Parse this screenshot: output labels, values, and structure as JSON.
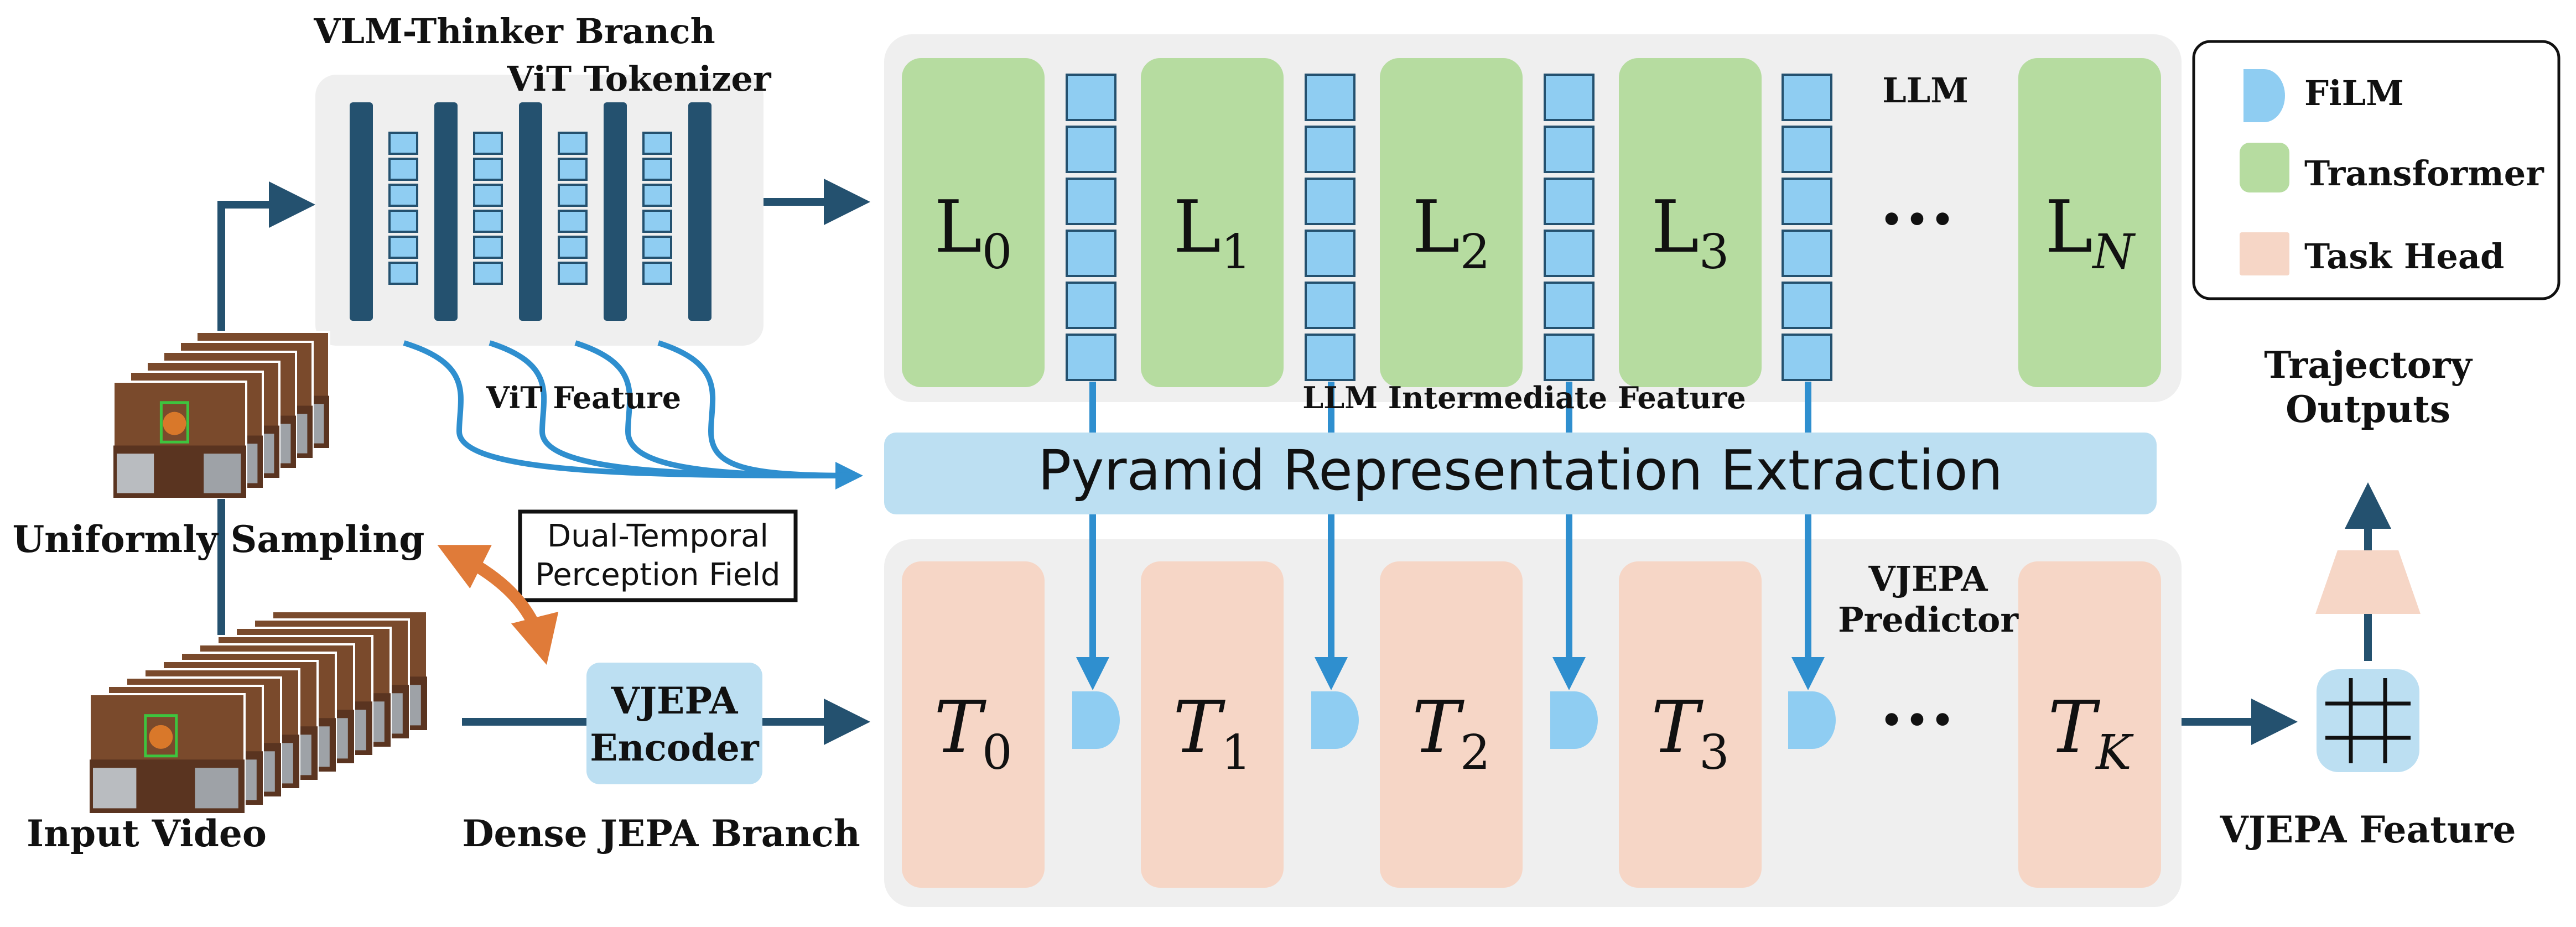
{
  "vlm_branch": {
    "title": "VLM-Thinker Branch",
    "tokenizer_label": "ViT Tokenizer",
    "vit_feature_label": "ViT Feature"
  },
  "llm": {
    "label": "LLM",
    "layers": [
      {
        "base": "L",
        "sub": "0"
      },
      {
        "base": "L",
        "sub": "1"
      },
      {
        "base": "L",
        "sub": "2"
      },
      {
        "base": "L",
        "sub": "3"
      },
      {
        "base": "L",
        "sub": "N"
      }
    ],
    "ellipsis": "•••",
    "intermediate_feature_label": "LLM Intermediate Feature"
  },
  "pyramid": {
    "label": "Pyramid Representation Extraction"
  },
  "predictor": {
    "label_line1": "VJEPA",
    "label_line2": "Predictor",
    "layers": [
      {
        "base": "T",
        "sub": "0"
      },
      {
        "base": "T",
        "sub": "1"
      },
      {
        "base": "T",
        "sub": "2"
      },
      {
        "base": "T",
        "sub": "3"
      },
      {
        "base": "T",
        "sub": "K"
      }
    ],
    "ellipsis": "•••"
  },
  "legend": {
    "items": [
      {
        "label": "FiLM",
        "color": "#8fcdf2"
      },
      {
        "label": "Transformer",
        "color": "#b6dca0"
      },
      {
        "label": "Task Head",
        "color": "#f6d6c6"
      }
    ]
  },
  "input": {
    "uniform_sampling": "Uniformly Sampling",
    "input_video": "Input Video",
    "dual_temporal_line1": "Dual-Temporal",
    "dual_temporal_line2": "Perception Field"
  },
  "dense_branch": {
    "encoder_line1": "VJEPA",
    "encoder_line2": "Encoder",
    "title": "Dense JEPA Branch"
  },
  "outputs": {
    "trajectory_line1": "Trajectory",
    "trajectory_line2": "Outputs",
    "vjepa_feature": "VJEPA Feature"
  },
  "colors": {
    "dark_blue": "#24516f",
    "arrow_blue": "#2f8fcf",
    "token_blue": "#8fcdf2",
    "transformer_green": "#b6dca0",
    "task_peach": "#f6d6c6",
    "panel_gray": "#efefef",
    "orange": "#e07b39"
  }
}
